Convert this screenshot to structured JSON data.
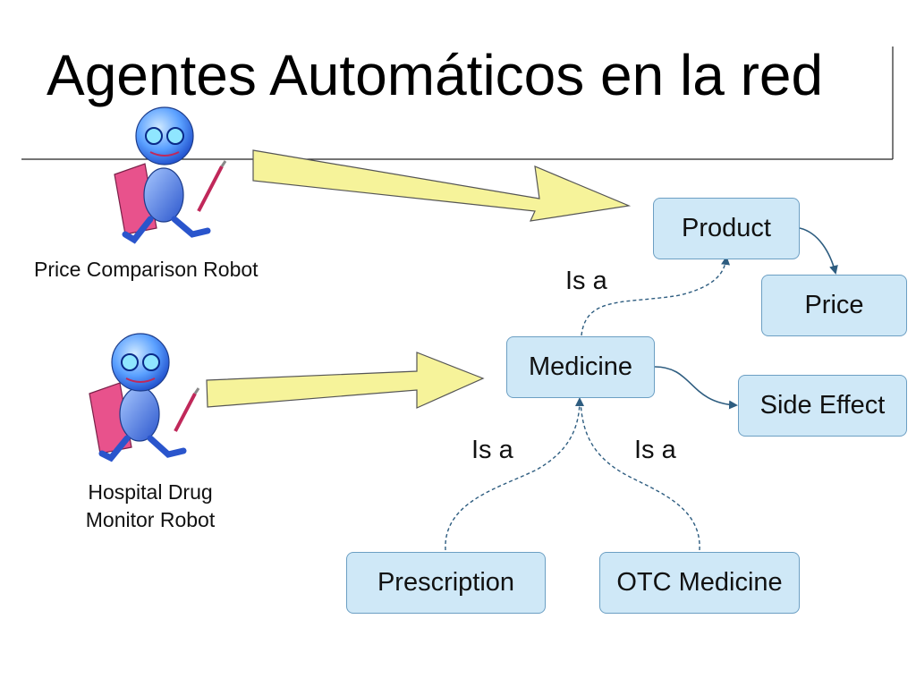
{
  "title": "Agentes Automáticos en la red",
  "robots": {
    "price": {
      "label": "Price Comparison Robot"
    },
    "hospital": {
      "line1": "Hospital Drug",
      "line2": "Monitor Robot"
    }
  },
  "nodes": {
    "product": "Product",
    "price": "Price",
    "medicine": "Medicine",
    "side_effect": "Side Effect",
    "prescription": "Prescription",
    "otc_medicine": "OTC Medicine"
  },
  "edge_labels": {
    "medicine_product": "Is a",
    "prescription_medicine": "Is a",
    "otc_medicine": "Is a"
  },
  "colors": {
    "node_fill": "#cfe8f7",
    "node_border": "#6c9fc3",
    "arrow_fill": "#f6f39a",
    "edge": "#2e5d80"
  }
}
